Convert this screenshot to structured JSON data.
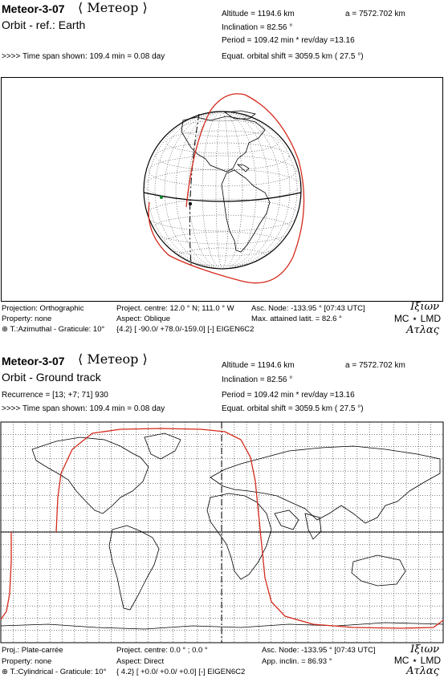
{
  "panel1": {
    "title": "Meteor-3-07",
    "title_greek": "⟨ Метеор ⟩",
    "subtitle": "Orbit - ref.: Earth",
    "timespan": ">>>>   Time span shown:   109.4 min =   0.08 day",
    "altitude": "Altitude = 1194.6 km",
    "a": "a = 7572.702 km",
    "inclination": "Inclination =  82.56 °",
    "period": "Period =  109.42 min   * rev/day =13.16",
    "equat": "Equat. orbital shift  = 3059.5 km  (  27.5 °)",
    "projection": "Projection:  Orthographic",
    "property": "Property:   none",
    "graticule": "T.:Azimuthal - Graticule: 10°",
    "centre": "Project. centre: 12.0 ° N;  111.0 ° W",
    "aspect": "Aspect:  Oblique",
    "params": "{4.2} [ -90.0/ +78.0/-159.0] [-]     EIGEN6C2",
    "node": "Asc. Node:   -133.95 ° [07:43 UTC]",
    "maxlat": "Max. attained latit. = 82.6 °",
    "logo1": "Ιξιων",
    "logo2": "MC ⋆ LMD",
    "logo3": "Ατλας"
  },
  "panel2": {
    "title": "Meteor-3-07",
    "title_greek": "⟨ Метеор ⟩",
    "subtitle": "Orbit - Ground track",
    "recurrence": "Recurrence = [13; +7; 71] 930",
    "timespan": ">>>>   Time span shown:   109.4 min =   0.08 day",
    "altitude": "Altitude = 1194.6 km",
    "a": "a = 7572.702 km",
    "inclination": "Inclination =  82.56 °",
    "period": "Period =   109.42 min   * rev/day =13.16",
    "equat": "Equat. orbital shift  = 3059.5 km  (  27.5 °)",
    "projection": "Proj.:  Plate-carrée",
    "property": "Property:   none",
    "graticule": "T.:Cylindrical - Graticule: 10°",
    "centre": "Project. centre:  0.0 °  ;    0.0 °",
    "aspect": "Aspect:  Direct",
    "params": "{ 4.2} [  +0.0/  +0.0/  +0.0] [-]     EIGEN6C2",
    "node": "Asc. Node:   -133.95 ° [07:43 UTC]",
    "appinc": "App. inclin. =  86.93 °",
    "logo1": "Ιξιων",
    "logo2": "MC ⋆ LMD",
    "logo3": "Ατλας"
  },
  "colors": {
    "orbit": "#d42a1c",
    "land": "#000000",
    "grid": "#000000"
  }
}
